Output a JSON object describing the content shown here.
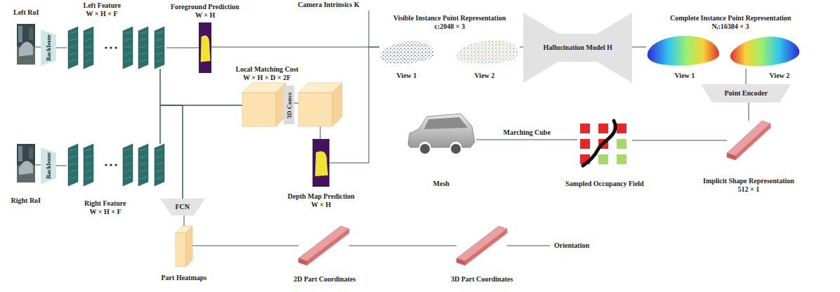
{
  "diagram": {
    "nodes": [
      {
        "text": [
          "Left RoI"
        ]
      },
      {
        "text": [
          "Backbone"
        ]
      },
      {
        "text": [
          "Left Feature",
          "W × H × F"
        ]
      },
      {
        "text": [
          "Foreground Prediction",
          "W × H"
        ]
      },
      {
        "text": [
          "Visible Instance Point Representation",
          "c:2048 × 3",
          "View 1",
          "View 2"
        ]
      },
      {
        "text": [
          "Hallucination Model H"
        ]
      },
      {
        "text": [
          "Complete Instance Point Representation",
          "Nᵢ:16384 × 3",
          "View 1",
          "View 2"
        ]
      },
      {
        "text": [
          "Point Encoder"
        ]
      },
      {
        "text": [
          "Local Matching Cost",
          "W × H × D × 2F"
        ]
      },
      {
        "text": [
          "3D Convs"
        ]
      },
      {
        "text": [
          "Depth Map Prediction",
          "W × H"
        ]
      },
      {
        "text": [
          "Right RoI"
        ]
      },
      {
        "text": [
          "Backbone"
        ]
      },
      {
        "text": [
          "Right Feature",
          "W × H × F"
        ]
      },
      {
        "text": [
          "FCN"
        ]
      },
      {
        "text": [
          "Part Heatmaps"
        ]
      },
      {
        "text": [
          "2D Part Coordinates"
        ]
      },
      {
        "text": [
          "3D Part Coordinates"
        ]
      },
      {
        "text": [
          "Orientation"
        ]
      },
      {
        "text": [
          "Mesh"
        ]
      },
      {
        "text": [
          "Sampled Occupancy Field"
        ]
      },
      {
        "text": [
          "Implicit Shape Representation",
          "512 × 1"
        ]
      }
    ],
    "edges": [
      {
        "from": 0,
        "to": 1,
        "arrow": "none"
      },
      {
        "from": 1,
        "to": 2,
        "arrow": "none"
      },
      {
        "from": 2,
        "to": 3,
        "arrow": "none"
      },
      {
        "from": 3,
        "to": 4,
        "arrow": "none"
      },
      {
        "from": 2,
        "to": 8,
        "arrow": "none"
      },
      {
        "from": 13,
        "to": 8,
        "arrow": "none"
      },
      {
        "from": 2,
        "to": 14,
        "arrow": "none"
      },
      {
        "from": 13,
        "to": 14,
        "arrow": "none"
      },
      {
        "from": 9,
        "to": 10,
        "arrow": "none"
      },
      {
        "from": 10,
        "to": 4,
        "arrow": "none"
      },
      {
        "from": 4,
        "to": 5,
        "arrow": "none"
      },
      {
        "from": 5,
        "to": 6,
        "arrow": "none"
      },
      {
        "from": 6,
        "to": 7,
        "arrow": "none"
      },
      {
        "from": 7,
        "to": 21,
        "arrow": "none"
      },
      {
        "from": 19,
        "to": 20,
        "label": "Marching Cube",
        "arrow": "none"
      },
      {
        "from": 20,
        "to": 21,
        "arrow": "none"
      },
      {
        "from": 11,
        "to": 12,
        "arrow": "none"
      },
      {
        "from": 12,
        "to": 13,
        "arrow": "none"
      },
      {
        "from": 14,
        "to": 15,
        "arrow": "none"
      },
      {
        "from": 15,
        "to": 16,
        "arrow": "none"
      },
      {
        "from": 16,
        "to": 17,
        "arrow": "none"
      },
      {
        "from": 17,
        "to": 18,
        "arrow": "none"
      }
    ],
    "labels": [
      "Camera Intrinsics K"
    ]
  }
}
